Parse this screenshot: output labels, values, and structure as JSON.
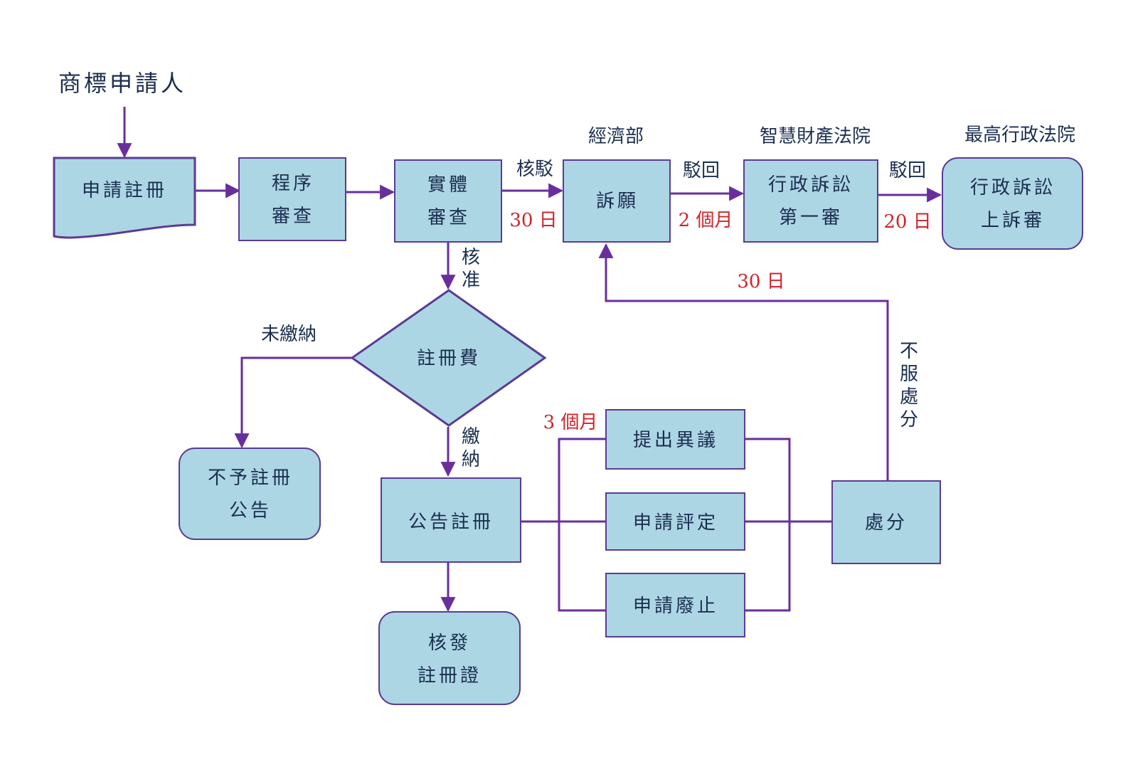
{
  "colors": {
    "box_fill": "#add6e4",
    "box_stroke": "#5b3b92",
    "line": "#6a2e9c",
    "text": "#1a2e4f",
    "red": "#d1232a"
  },
  "start": "商標申請人",
  "nodes": {
    "apply": "申請註冊",
    "formal_1": "程序",
    "formal_2": "審查",
    "substantive_1": "實體",
    "substantive_2": "審查",
    "petition": "訴願",
    "admin_first_1": "行政訴訟",
    "admin_first_2": "第一審",
    "admin_appeal_1": "行政訴訟",
    "admin_appeal_2": "上訴審",
    "fee": "註冊費",
    "no_reg_1": "不予註冊",
    "no_reg_2": "公告",
    "announce": "公告註冊",
    "cert_1": "核發",
    "cert_2": "註冊證",
    "opposition": "提出異議",
    "invalidation": "申請評定",
    "revocation": "申請廢止",
    "disposition": "處分"
  },
  "org_labels": {
    "moea": "經濟部",
    "ip_court": "智慧財產法院",
    "supreme_admin": "最高行政法院"
  },
  "edge_labels": {
    "rejected": "核駁",
    "deadline_30": "30 日",
    "dismissed_1": "駁回",
    "deadline_2m": "2 個月",
    "dismissed_2": "駁回",
    "deadline_20": "20 日",
    "approved_1": "核",
    "approved_2": "准",
    "unpaid": "未繳納",
    "paid_1": "繳",
    "paid_2": "納",
    "deadline_3m": "3 個月",
    "disagree_1": "不",
    "disagree_2": "服",
    "disagree_3": "處",
    "disagree_4": "分",
    "deadline_30b": "30 日"
  }
}
